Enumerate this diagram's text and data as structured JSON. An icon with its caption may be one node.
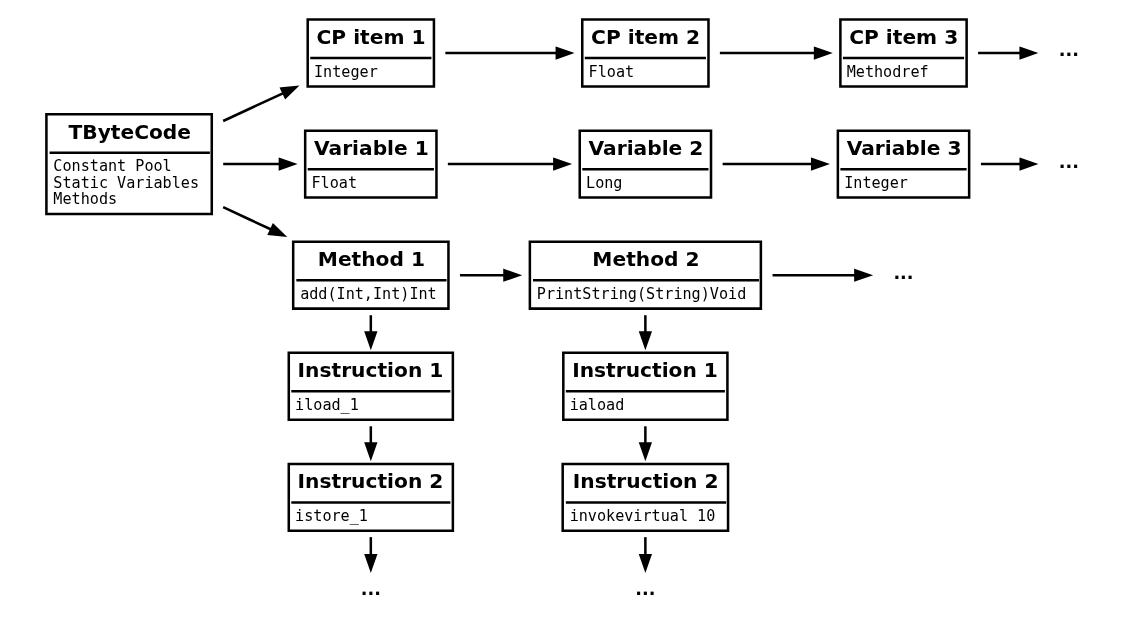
{
  "diagram": {
    "nodes": [
      {
        "text": [
          "TByteCode",
          "Constant Pool",
          "Static Variables",
          "Methods"
        ]
      },
      {
        "text": [
          "CP item 1",
          "Integer"
        ]
      },
      {
        "text": [
          "CP item 2",
          "Float"
        ]
      },
      {
        "text": [
          "CP item 3",
          "Methodref"
        ]
      },
      {
        "text": [
          "..."
        ]
      },
      {
        "text": [
          "Variable 1",
          "Float"
        ]
      },
      {
        "text": [
          "Variable 2",
          "Long"
        ]
      },
      {
        "text": [
          "Variable 3",
          "Integer"
        ]
      },
      {
        "text": [
          "..."
        ]
      },
      {
        "text": [
          "Method 1",
          "add(Int,Int)Int"
        ]
      },
      {
        "text": [
          "Method 2",
          "PrintString(String)Void"
        ]
      },
      {
        "text": [
          "..."
        ]
      },
      {
        "text": [
          "Instruction 1",
          "iload_1"
        ]
      },
      {
        "text": [
          "Instruction 2",
          "istore_1"
        ]
      },
      {
        "text": [
          "..."
        ]
      },
      {
        "text": [
          "Instruction 1",
          "iaload"
        ]
      },
      {
        "text": [
          "Instruction 2",
          "invokevirtual 10"
        ]
      },
      {
        "text": [
          "..."
        ]
      }
    ],
    "edges": [
      {
        "from": 0,
        "to": 1,
        "arrow": "to"
      },
      {
        "from": 0,
        "to": 5,
        "arrow": "to"
      },
      {
        "from": 0,
        "to": 9,
        "arrow": "to"
      },
      {
        "from": 1,
        "to": 2,
        "arrow": "to"
      },
      {
        "from": 2,
        "to": 3,
        "arrow": "to"
      },
      {
        "from": 3,
        "to": 4,
        "arrow": "to"
      },
      {
        "from": 5,
        "to": 6,
        "arrow": "to"
      },
      {
        "from": 6,
        "to": 7,
        "arrow": "to"
      },
      {
        "from": 7,
        "to": 8,
        "arrow": "to"
      },
      {
        "from": 9,
        "to": 10,
        "arrow": "to"
      },
      {
        "from": 10,
        "to": 11,
        "arrow": "to"
      },
      {
        "from": 9,
        "to": 12,
        "arrow": "to"
      },
      {
        "from": 12,
        "to": 13,
        "arrow": "to"
      },
      {
        "from": 13,
        "to": 14,
        "arrow": "to"
      },
      {
        "from": 10,
        "to": 15,
        "arrow": "to"
      },
      {
        "from": 15,
        "to": 16,
        "arrow": "to"
      },
      {
        "from": 16,
        "to": 17,
        "arrow": "to"
      }
    ]
  }
}
